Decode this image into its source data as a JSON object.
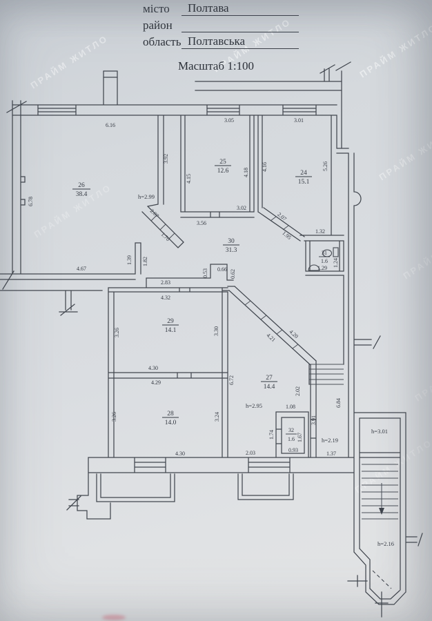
{
  "header": {
    "city_label": "місто",
    "city_value": "Полтава",
    "district_label": "район",
    "district_value": "",
    "region_label": "область",
    "region_value": "Полтавська",
    "scale_title": "Масштаб 1:100"
  },
  "watermark": {
    "text": "ПРАЙМ ЖИТЛО"
  },
  "rooms": {
    "r24": {
      "number": "24",
      "area": "15.1"
    },
    "r25": {
      "number": "25",
      "area": "12.6"
    },
    "r26": {
      "number": "26",
      "area": "38.4"
    },
    "r27": {
      "number": "27",
      "area": "14.4"
    },
    "r28": {
      "number": "28",
      "area": "14.0"
    },
    "r29": {
      "number": "29",
      "area": "14.1"
    },
    "r30": {
      "number": "30",
      "area": "31.3"
    },
    "r31": {
      "number": "31",
      "area": "1.6"
    },
    "r32": {
      "number": "32",
      "area": "1.6"
    }
  },
  "heights": {
    "r26": "h=2.99",
    "r27": "h=2.95",
    "lobby": "h=2.19",
    "entry": "h=3.01",
    "stairwell": "h=2.16"
  },
  "dims": {
    "r26_top": "6.16",
    "r26_right": "3.92",
    "r26_left": "6.78",
    "r26_bottom": "4.67",
    "pass_139": "1.39",
    "pass_182": "1.82",
    "diagL_207": "2.07",
    "diagL_170": "1.70",
    "r30_356": "3.56",
    "r25_top": "3.05",
    "r25_left": "4.15",
    "r25_right": "4.18",
    "r25_bottom": "3.02",
    "r24_top": "3.01",
    "r24_left": "4.16",
    "r24_right": "5.26",
    "diagR_207": "2.07",
    "diagR_195": "1.95",
    "r31_top": "1.32",
    "r31_bottom": "1.29",
    "r31_right": "1.24",
    "notch_283": "2.83",
    "notch_053": "0.53",
    "notch_066": "0.66",
    "notch_062": "0.62",
    "r29_top": "4.32",
    "r29_left": "3.26",
    "r29_right": "3.30",
    "r29_bottom": "4.30",
    "r28_top": "4.29",
    "r28_left": "3.26",
    "r28_right": "3.24",
    "r28_bottom": "4.30",
    "r27_left": "6.72",
    "r27_diag_421": "4.21",
    "r27_diag_420": "4.20",
    "r27_right": "2.02",
    "r27_bottom": "2.03",
    "r32_top": "1.08",
    "r32_left": "1.74",
    "r32_right": "1.67",
    "r32_bottom": "0.93",
    "lobby_left": "3.91",
    "lobby_right": "6.84",
    "lobby_bottom": "1.37"
  },
  "colors": {
    "wall": "#41464e",
    "text": "#343942",
    "paper": "#d8dbdf",
    "watermark": "#ffffff"
  }
}
